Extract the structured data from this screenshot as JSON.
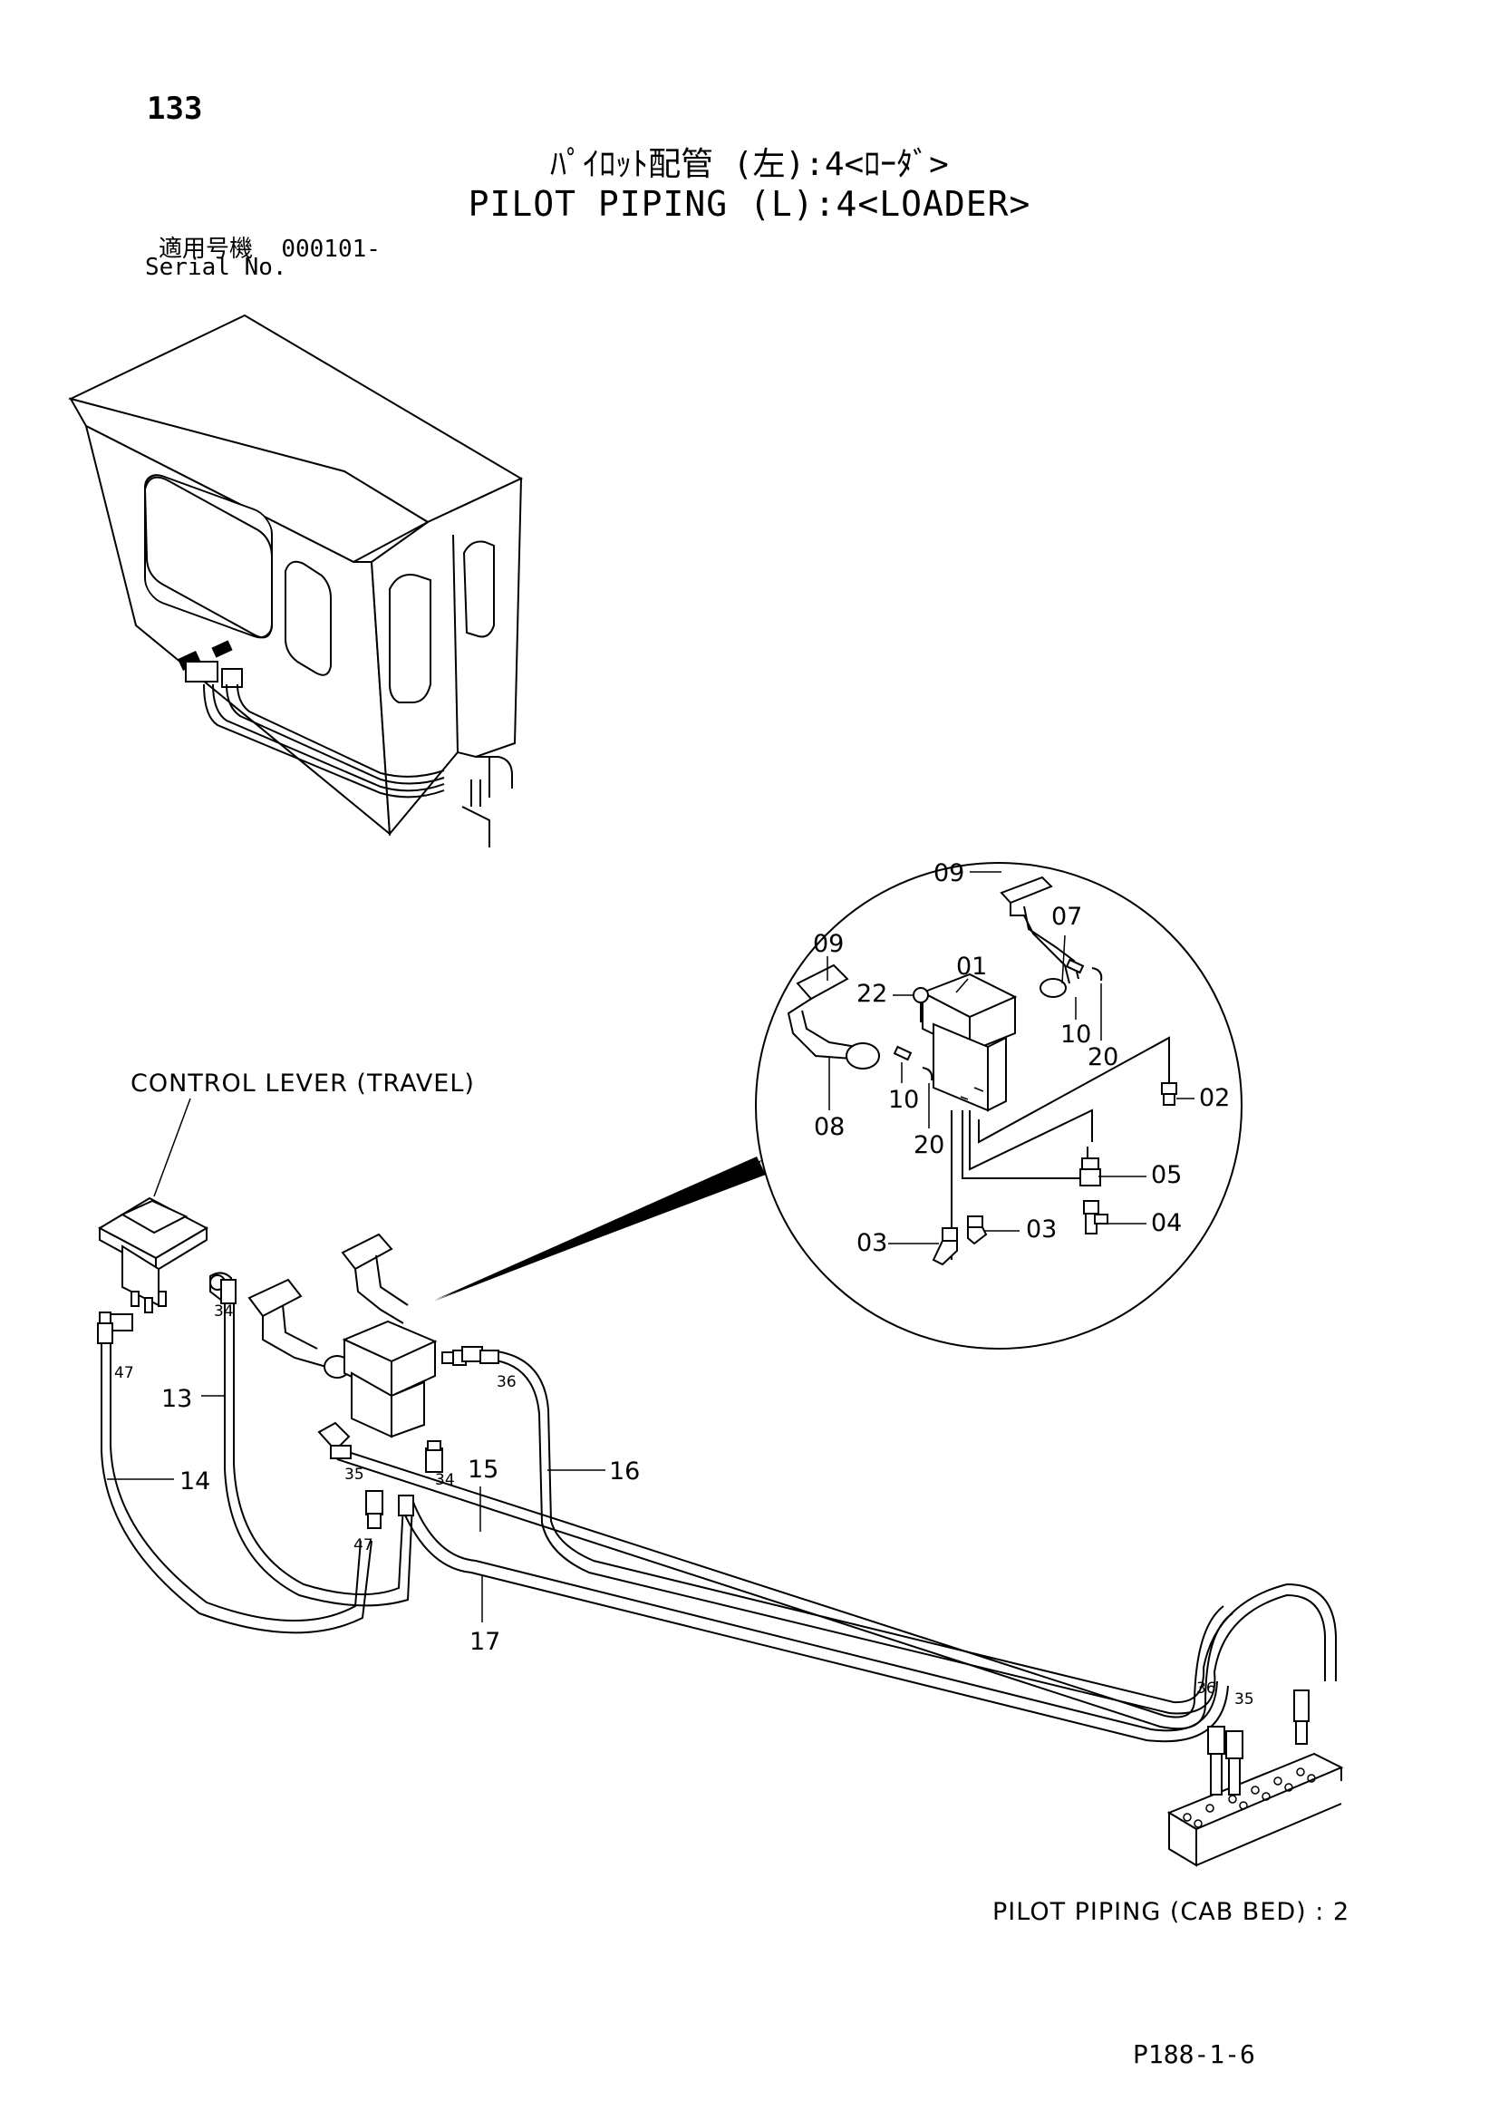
{
  "header": {
    "page_number": "133",
    "title_jp": "ﾊﾟｲﾛｯﾄ配管 (左):4<ﾛｰﾀﾞ>",
    "title_en": "PILOT PIPING (L):4<LOADER>"
  },
  "serial": {
    "label_jp": "適用号機",
    "label_en": "Serial No.",
    "value": "000101-"
  },
  "references": {
    "control_lever": "CONTROL LEVER (TRAVEL)",
    "pilot_piping_cab_bed": "PILOT PIPING (CAB BED) : 2"
  },
  "callouts_detail": [
    "09",
    "09",
    "07",
    "01",
    "22",
    "10",
    "20",
    "10",
    "20",
    "08",
    "02",
    "05",
    "04",
    "03",
    "03"
  ],
  "callouts_main": [
    "13",
    "14",
    "15",
    "16",
    "17"
  ],
  "callouts_fitting": [
    "34",
    "47",
    "36",
    "35",
    "34",
    "47",
    "36",
    "35"
  ],
  "footer": {
    "drawing_number": "P188-1-6"
  }
}
